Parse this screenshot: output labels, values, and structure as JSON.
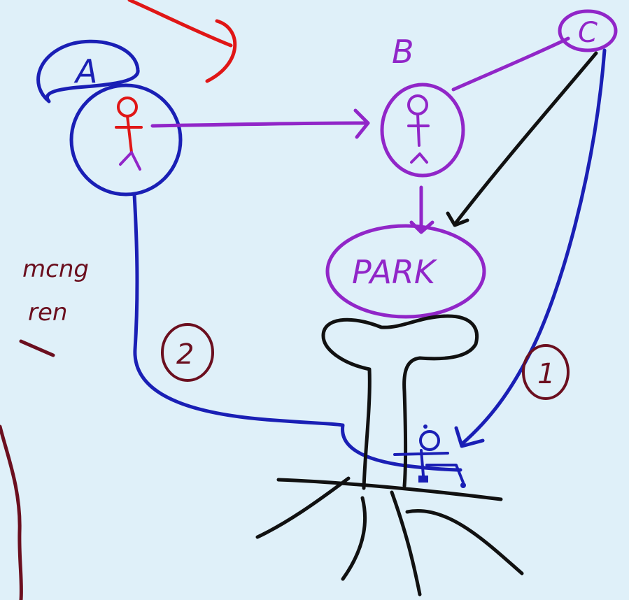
{
  "colors": {
    "background": "#dff0f9",
    "blue": "#1a1fb5",
    "purple": "#9126c8",
    "red": "#e01616",
    "black": "#111111",
    "maroon": "#6b0f1f"
  },
  "nodes": {
    "a": {
      "label": "A"
    },
    "b": {
      "label": "B"
    },
    "c": {
      "label": "C"
    },
    "park": {
      "label": "PARK"
    }
  },
  "annotations": {
    "side_note_line1": "mcng",
    "side_note_line2": "ren",
    "route_1": "1",
    "route_2": "2"
  },
  "icons": [
    "stick-figure-icon",
    "tree-icon",
    "bench-icon"
  ]
}
